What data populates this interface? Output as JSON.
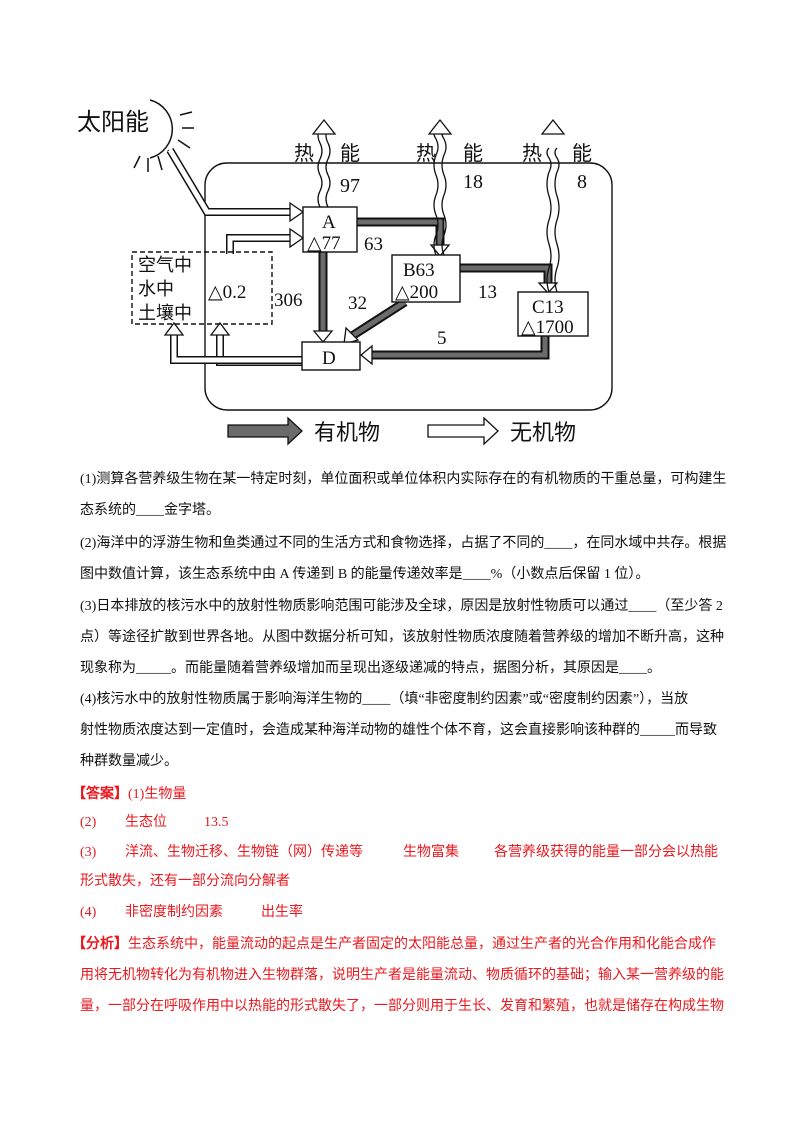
{
  "diagram": {
    "sun_label": "太阳能",
    "heat_char": "热",
    "energy_char": "能",
    "heat_values": {
      "A": "97",
      "B": "18",
      "C": "8"
    },
    "boxes": {
      "A": {
        "name": "A",
        "delta": "△77"
      },
      "B": {
        "name": "B63",
        "delta": "△200"
      },
      "C": {
        "name": "C13",
        "delta": "△1700"
      },
      "D": {
        "name": "D"
      }
    },
    "abiotic": {
      "lines": [
        "空气中",
        "水中",
        "土壤中"
      ],
      "delta": "△0.2"
    },
    "flows": {
      "A_to_B": "63",
      "A_to_D": "306",
      "B_to_D": "32",
      "B_to_C": "13",
      "C_to_D": "5"
    },
    "legend": {
      "organic": "有机物",
      "inorganic": "无机物",
      "organic_color": "#6b6b6b",
      "inorganic_color": "#ffffff"
    }
  },
  "questions": [
    "(1)测算各营养级生物在某一特定时刻，单位面积或单位体积内实际存在的有机物质的干重总量，可构建生",
    "态系统的____金字塔。",
    "(2)海洋中的浮游生物和鱼类通过不同的生活方式和食物选择，占据了不同的____，在同水域中共存。根据",
    "图中数值计算，该生态系统中由 A 传递到 B 的能量传递效率是____%（小数点后保留 1 位）。",
    "(3)日本排放的核污水中的放射性物质影响范围可能涉及全球，原因是放射性物质可以通过____（至少答 2",
    "点）等途径扩散到世界各地。从图中数据分析可知，该放射性物质浓度随着营养级的增加不断升高，这种",
    "现象称为_____。而能量随着营养级增加而呈现出逐级递减的特点，据图分析，其原因是____。",
    "(4)核污水中的放射性物质属于影响海洋生物的____（填“非密度制约因素”或“密度制约因素”），当放",
    "射性物质浓度达到一定值时，会造成某种海洋动物的雄性个体不育，这会直接影响该种群的_____而导致",
    "种群数量减少。"
  ],
  "answer": {
    "label": "【答案】",
    "a1": "(1)生物量",
    "a2": {
      "num": "(2)",
      "parts": [
        "生态位",
        "13.5"
      ]
    },
    "a3": {
      "num": "(3)",
      "parts": [
        "洋流、生物迁移、生物链（网）传递等",
        "生物富集",
        "各营养级获得的能量一部分会以热能"
      ],
      "cont": "形式散失，还有一部分流向分解者"
    },
    "a4": {
      "num": "(4)",
      "parts": [
        "非密度制约因素",
        "出生率"
      ]
    }
  },
  "analysis": {
    "label": "【分析】",
    "lines": [
      "生态系统中，能量流动的起点是生产者固定的太阳能总量，通过生产者的光合作用和化能合成作",
      "用将无机物转化为有机物进入生物群落，说明生产者是能量流动、物质循环的基础；输入某一营养级的能",
      "量，一部分在呼吸作用中以热能的形式散失了，一部分则用于生长、发育和繁殖，也就是储存在构成生物"
    ]
  },
  "colors": {
    "answer_text": "#e8191f",
    "body_text": "#111111"
  }
}
